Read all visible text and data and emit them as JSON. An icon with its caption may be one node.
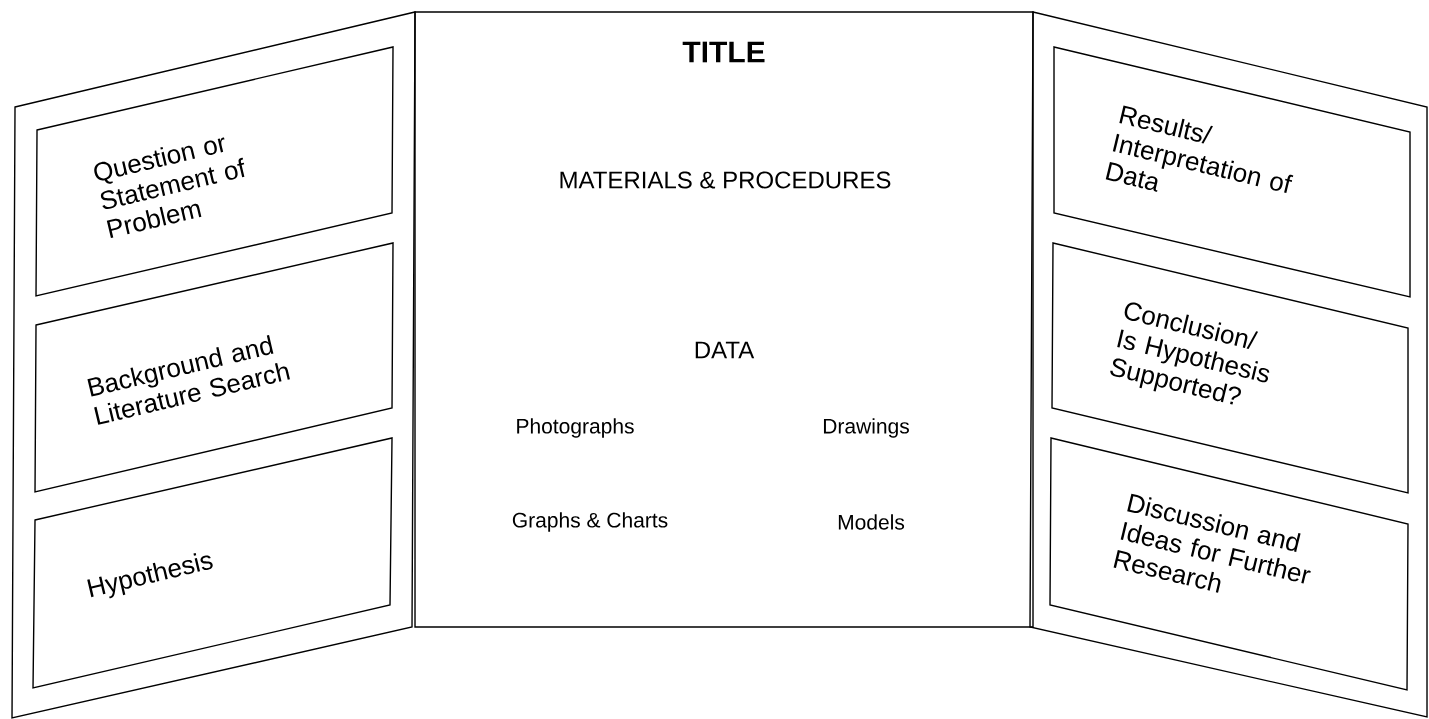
{
  "diagram": {
    "nodes": [
      {
        "text": [],
        "shape": "box"
      },
      {
        "text": [
          "Question or Statement of Problem"
        ],
        "in": 0
      },
      {
        "text": [
          "Background and Literature Search"
        ],
        "in": 0
      },
      {
        "text": [
          "Hypothesis"
        ],
        "in": 0
      },
      {
        "text": [
          "TITLE",
          "MATERIALS & PROCEDURES",
          "DATA",
          "Photographs",
          "Drawings",
          "Graphs & Charts",
          "Models"
        ]
      },
      {
        "text": [],
        "shape": "box"
      },
      {
        "text": [
          "Results/ Interpretation of Data"
        ],
        "in": 5
      },
      {
        "text": [
          "Conclusion/ Is Hypothesis Supported?"
        ],
        "in": 5
      },
      {
        "text": [
          "Discussion and Ideas for Further Research"
        ],
        "in": 5
      }
    ]
  }
}
